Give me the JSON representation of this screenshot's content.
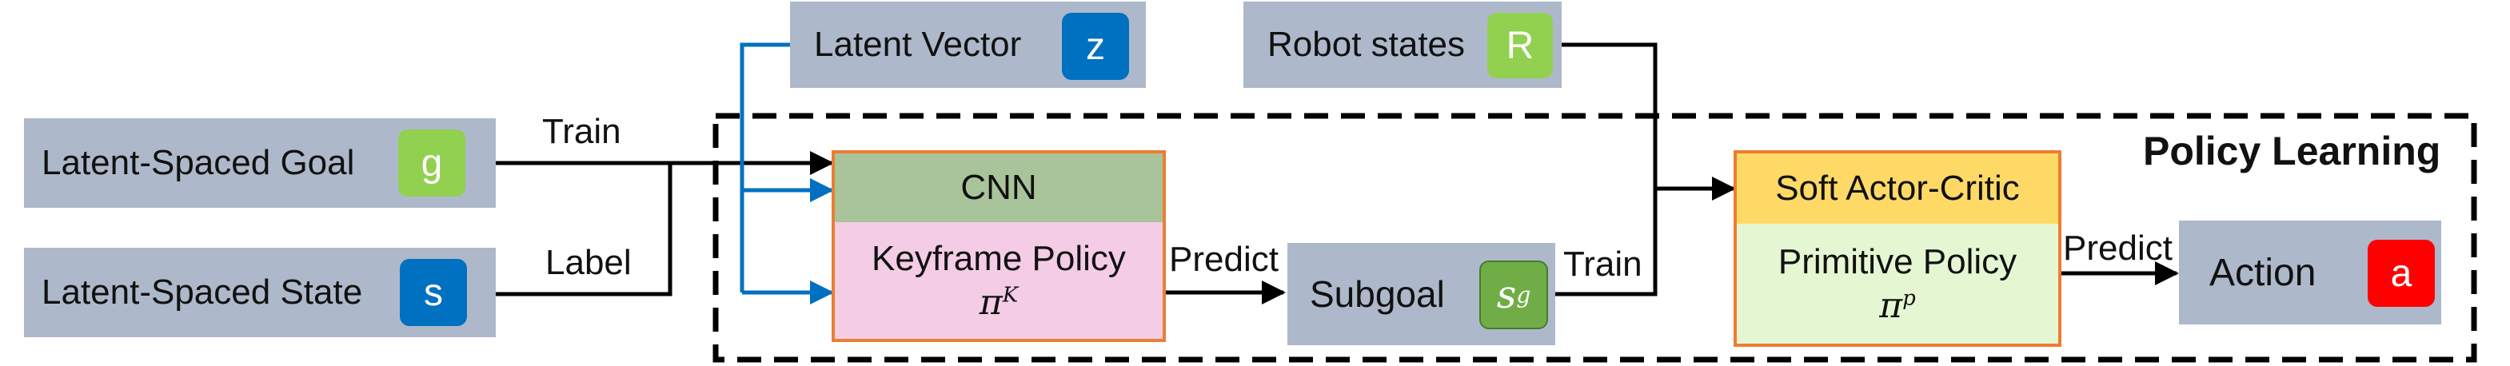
{
  "inputs": {
    "goal": {
      "label": "Latent-Spaced Goal",
      "symbol": "g"
    },
    "state": {
      "label": "Latent-Spaced State",
      "symbol": "s"
    },
    "latent_vector": {
      "label": "Latent Vector",
      "symbol": "z"
    },
    "robot_states": {
      "label": "Robot states",
      "symbol": "R"
    }
  },
  "keyframe_module": {
    "header": "CNN",
    "label": "Keyframe Policy",
    "math": "π",
    "math_sup": "K"
  },
  "subgoal": {
    "label": "Subgoal",
    "symbol": "s",
    "symbol_sub": "g"
  },
  "primitive_module": {
    "header": "Soft Actor-Critic",
    "label": "Primitive Policy",
    "math": "π",
    "math_sup": "p"
  },
  "action": {
    "label": "Action",
    "symbol": "a"
  },
  "edge_labels": {
    "train_top": "Train",
    "label": "Label",
    "predict_left": "Predict",
    "train_right": "Train",
    "predict_right": "Predict"
  },
  "region": {
    "title": "Policy Learning"
  },
  "colors": {
    "input_box": "#adb9ca",
    "module_border": "#ed7d31",
    "cnn_header": "#a9c49a",
    "keyframe_body": "#f4cce6",
    "sac_header": "#ffd966",
    "primitive_body": "#e4f7d2",
    "blue_arrow": "#0070c0"
  }
}
